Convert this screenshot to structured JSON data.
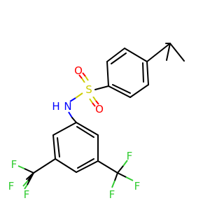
{
  "molecule": {
    "atoms": {
      "S": "S",
      "O_top": "O",
      "O_bottom": "O",
      "N": "N",
      "H": "H",
      "F1": "F",
      "F2": "F",
      "F3": "F",
      "F4": "F",
      "F5": "F",
      "F6": "F"
    }
  },
  "colors": {
    "bond": "#000000",
    "sulfur": "#cccc00",
    "oxygen": "#ff0000",
    "nitrogen": "#0000ff",
    "fluorine": "#33cc33"
  }
}
